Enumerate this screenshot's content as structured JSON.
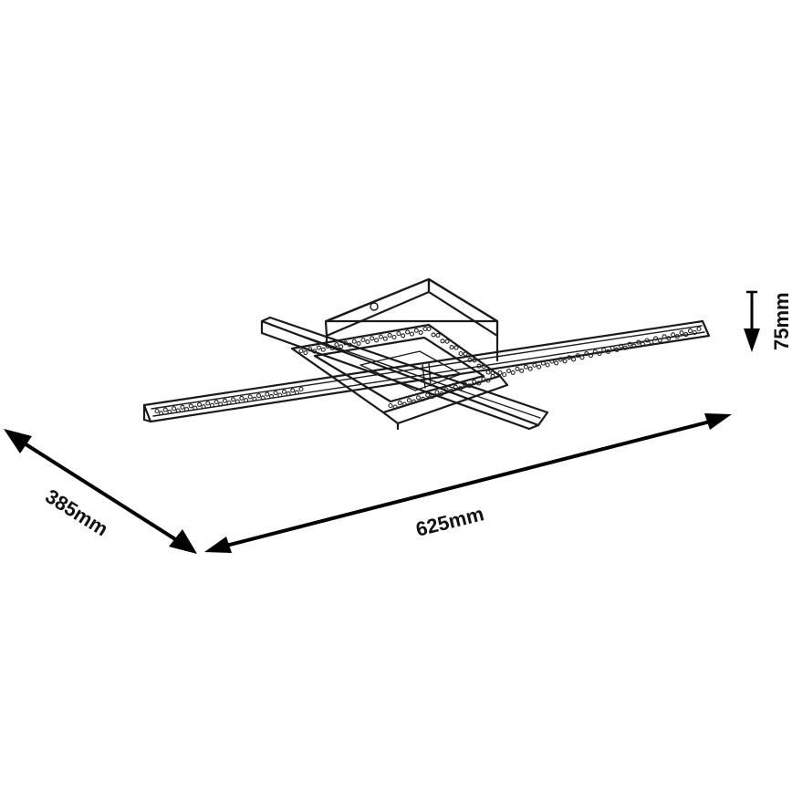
{
  "dimensions": {
    "depth": "385mm",
    "width": "625mm",
    "height": "75mm"
  },
  "colors": {
    "line": "#1a1a1a",
    "background": "#ffffff"
  }
}
